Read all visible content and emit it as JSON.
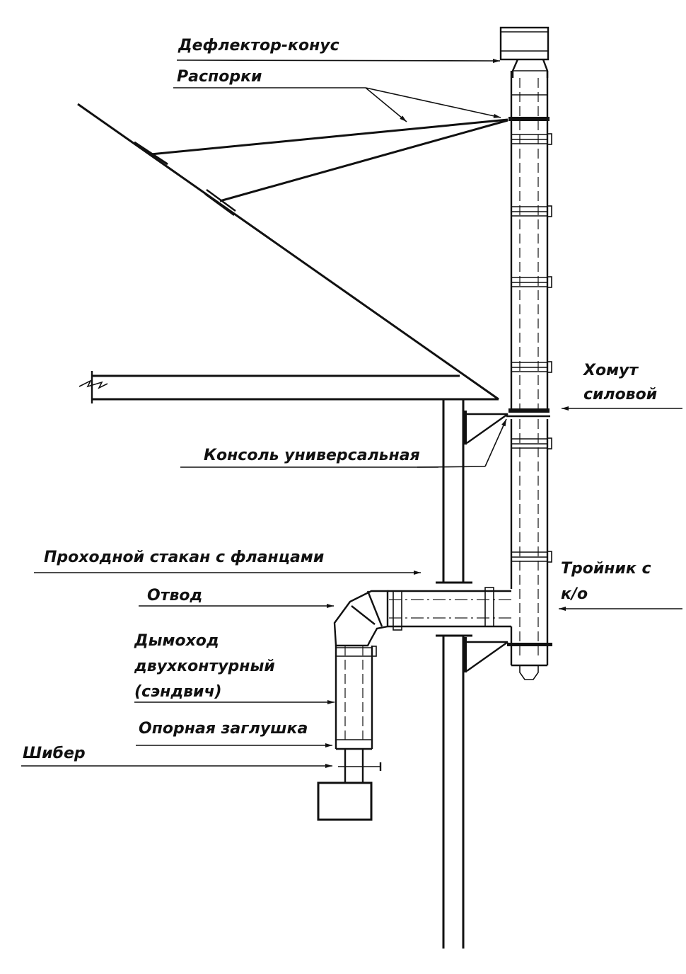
{
  "title": "Схема монтажа дымохода через стену",
  "labels": {
    "deflector": "Дефлектор-конус",
    "braces": "Распорки",
    "clamp_line1": "Хомут",
    "clamp_line2": "силовой",
    "console": "Консоль универсальная",
    "passthrough": "Проходной стакан с фланцами",
    "elbow": "Отвод",
    "tee_line1": "Тройник с",
    "tee_line2": "к/о",
    "sandwich_line1": "Дымоход",
    "sandwich_line2": "двухконтурный",
    "sandwich_line3": "(сэндвич)",
    "support_cap": "Опорная заглушка",
    "damper": "Шибер"
  },
  "colors": {
    "line": "#111111",
    "background": "#ffffff"
  }
}
